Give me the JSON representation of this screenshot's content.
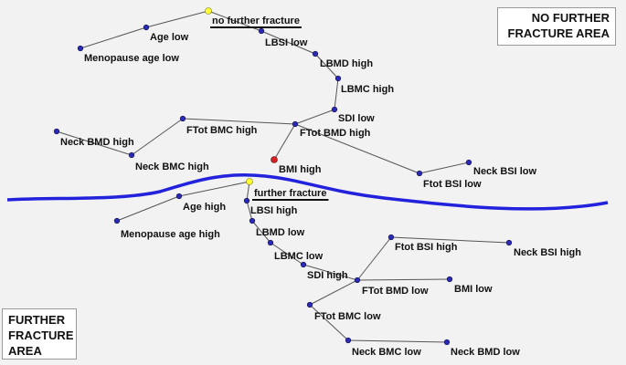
{
  "colors": {
    "background": "#f2f2f2",
    "node": "#2a2ab8",
    "node_root": "#ffff33",
    "node_highlight": "#d42020",
    "edge": "#555555",
    "separator": "#2222dd"
  },
  "regions": {
    "no_further": "NO FURTHER\nFRACTURE AREA",
    "further": "FURTHER\nFRACTURE\nAREA"
  },
  "nodes": [
    {
      "id": "no_further_fracture",
      "label": "no further fracture",
      "kind": "root",
      "underline": true
    },
    {
      "id": "age_low",
      "label": "Age low",
      "kind": "normal"
    },
    {
      "id": "menopause_age_low",
      "label": "Menopause age low",
      "kind": "normal"
    },
    {
      "id": "lbsi_low",
      "label": "LBSI low",
      "kind": "normal"
    },
    {
      "id": "lbmd_high",
      "label": "LBMD high",
      "kind": "normal"
    },
    {
      "id": "lbmc_high",
      "label": "LBMC high",
      "kind": "normal"
    },
    {
      "id": "sdi_low",
      "label": "SDI low",
      "kind": "normal"
    },
    {
      "id": "ftot_bmd_high",
      "label": "FTot BMD high",
      "kind": "normal"
    },
    {
      "id": "ftot_bmc_high",
      "label": "FTot BMC high",
      "kind": "normal"
    },
    {
      "id": "neck_bmd_high",
      "label": "Neck BMD high",
      "kind": "normal"
    },
    {
      "id": "neck_bmc_high",
      "label": "Neck BMC high",
      "kind": "normal"
    },
    {
      "id": "bmi_high",
      "label": "BMI high",
      "kind": "highlight"
    },
    {
      "id": "ftot_bsi_low",
      "label": "Ftot BSI low",
      "kind": "normal"
    },
    {
      "id": "neck_bsi_low",
      "label": "Neck BSI low",
      "kind": "normal"
    },
    {
      "id": "further_fracture",
      "label": "further fracture",
      "kind": "root",
      "underline": true
    },
    {
      "id": "age_high",
      "label": "Age high",
      "kind": "normal"
    },
    {
      "id": "menopause_age_high",
      "label": "Menopause age high",
      "kind": "normal"
    },
    {
      "id": "lbsi_high",
      "label": "LBSI high",
      "kind": "normal"
    },
    {
      "id": "lbmd_low",
      "label": "LBMD low",
      "kind": "normal"
    },
    {
      "id": "lbmc_low",
      "label": "LBMC low",
      "kind": "normal"
    },
    {
      "id": "sdi_high",
      "label": "SDI high",
      "kind": "normal"
    },
    {
      "id": "ftot_bmd_low",
      "label": "FTot BMD low",
      "kind": "normal"
    },
    {
      "id": "ftot_bsi_high",
      "label": "Ftot BSI high",
      "kind": "normal"
    },
    {
      "id": "neck_bsi_high",
      "label": "Neck BSI high",
      "kind": "normal"
    },
    {
      "id": "bmi_low",
      "label": "BMI low",
      "kind": "normal"
    },
    {
      "id": "ftot_bmc_low",
      "label": "FTot BMC low",
      "kind": "normal"
    },
    {
      "id": "neck_bmc_low",
      "label": "Neck BMC low",
      "kind": "normal"
    },
    {
      "id": "neck_bmd_low",
      "label": "Neck BMD low",
      "kind": "normal"
    }
  ],
  "edges": [
    [
      "no_further_fracture",
      "age_low"
    ],
    [
      "age_low",
      "menopause_age_low"
    ],
    [
      "no_further_fracture",
      "lbsi_low"
    ],
    [
      "lbsi_low",
      "lbmd_high"
    ],
    [
      "lbmd_high",
      "lbmc_high"
    ],
    [
      "lbmc_high",
      "sdi_low"
    ],
    [
      "sdi_low",
      "ftot_bmd_high"
    ],
    [
      "ftot_bmd_high",
      "ftot_bmc_high"
    ],
    [
      "ftot_bmc_high",
      "neck_bmc_high"
    ],
    [
      "neck_bmc_high",
      "neck_bmd_high"
    ],
    [
      "ftot_bmd_high",
      "bmi_high"
    ],
    [
      "ftot_bmd_high",
      "ftot_bsi_low"
    ],
    [
      "ftot_bsi_low",
      "neck_bsi_low"
    ],
    [
      "further_fracture",
      "age_high"
    ],
    [
      "age_high",
      "menopause_age_high"
    ],
    [
      "further_fracture",
      "lbsi_high"
    ],
    [
      "lbsi_high",
      "lbmd_low"
    ],
    [
      "lbmd_low",
      "lbmc_low"
    ],
    [
      "lbmc_low",
      "sdi_high"
    ],
    [
      "sdi_high",
      "ftot_bmd_low"
    ],
    [
      "ftot_bmd_low",
      "ftot_bsi_high"
    ],
    [
      "ftot_bsi_high",
      "neck_bsi_high"
    ],
    [
      "ftot_bmd_low",
      "bmi_low"
    ],
    [
      "ftot_bmd_low",
      "ftot_bmc_low"
    ],
    [
      "ftot_bmc_low",
      "neck_bmc_low"
    ],
    [
      "neck_bmc_low",
      "neck_bmd_low"
    ]
  ]
}
